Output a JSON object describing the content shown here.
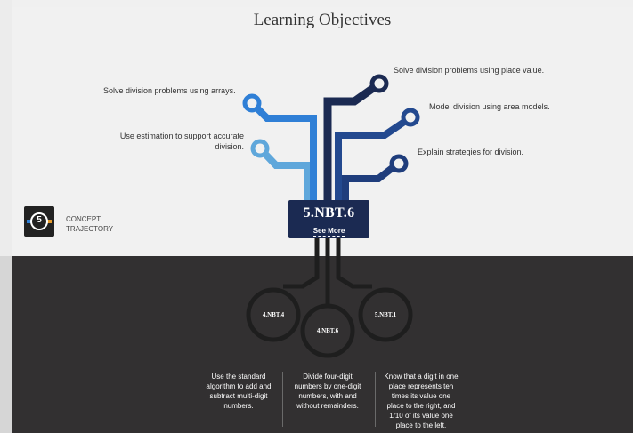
{
  "header": {
    "title": "Learning Objectives"
  },
  "objectives": [
    {
      "text": "Solve division problems using place value."
    },
    {
      "text": "Solve division problems using arrays."
    },
    {
      "text": "Model division using area models."
    },
    {
      "text": "Use estimation to support accurate division."
    },
    {
      "text": "Explain strategies for division."
    }
  ],
  "standard": {
    "code": "5.NBT.6",
    "see_more": "See More"
  },
  "concept_trajectory": {
    "icon_number": "5",
    "label": "CONCEPT TRAJECTORY"
  },
  "prerequisites": [
    {
      "code": "4.NBT.4",
      "description": "Use the standard algorithm to add and subtract multi-digit numbers."
    },
    {
      "code": "4.NBT.6",
      "description": "Divide four-digit numbers by one-digit numbers, with and without remainders."
    },
    {
      "code": "5.NBT.1",
      "description": "Know that a digit in one place represents ten times its value one place to the right, and 1/10 of its value one place to the left."
    }
  ],
  "colors": {
    "navy": "#1b2a52",
    "blue": "#2a5ba9",
    "bright_blue": "#2f7fd6",
    "light_blue": "#5fa7db",
    "dark_bg": "#323031"
  }
}
